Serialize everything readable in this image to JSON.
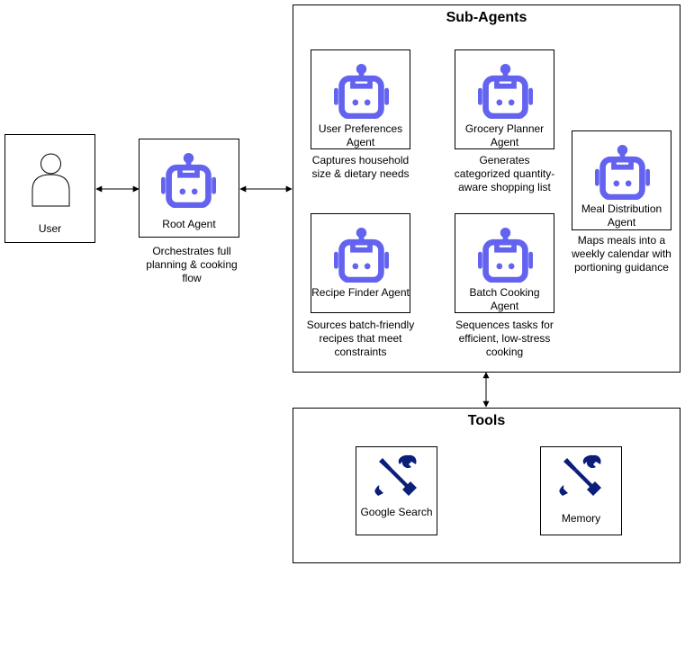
{
  "user": {
    "label": "User"
  },
  "root_agent": {
    "label": "Root Agent",
    "caption": "Orchestrates full planning & cooking flow"
  },
  "sub_agents": {
    "title": "Sub-Agents",
    "user_preferences": {
      "label": "User Preferences Agent",
      "caption": "Captures household size & dietary needs"
    },
    "grocery_planner": {
      "label": "Grocery Planner Agent",
      "caption": "Generates categorized quantity-aware shopping list"
    },
    "meal_distribution": {
      "label": "Meal Distribution Agent",
      "caption": "Maps meals into a weekly calendar with portioning guidance"
    },
    "recipe_finder": {
      "label": "Recipe Finder Agent",
      "caption": "Sources batch-friendly recipes that meet constraints"
    },
    "batch_cooking": {
      "label": "Batch Cooking Agent",
      "caption": "Sequences tasks for efficient, low-stress cooking"
    }
  },
  "tools": {
    "title": "Tools",
    "google_search": {
      "label": "Google Search"
    },
    "memory": {
      "label": "Memory"
    }
  },
  "colors": {
    "robot": "#6363F0",
    "tool": "#0A1E7A",
    "line": "#000000"
  },
  "icons": {
    "robot": "robot-icon",
    "tool": "wrench-screwdriver-icon",
    "user": "person-icon"
  }
}
